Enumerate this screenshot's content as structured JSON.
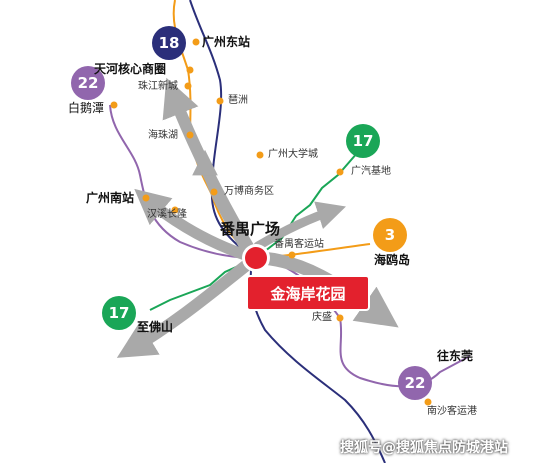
{
  "colors": {
    "arrow": "#a9a9a9",
    "line18": "#2b2f7a",
    "line22": "#9166ad",
    "line17": "#1aa657",
    "line3": "#f39c18",
    "station": "#f39c18",
    "center": "#e3212d",
    "promo_bg": "#e3212d"
  },
  "badges": {
    "line18": "18",
    "line22_north": "22",
    "line17_east": "17",
    "line3": "3",
    "line17_west": "17",
    "line22_south": "22"
  },
  "stations": {
    "guangzhou_east": "广州东站",
    "tianhe_cbd": "天河核心商圈",
    "zhujiang_new_town": "珠江新城",
    "pazhou": "琶洲",
    "baietan": "白鹅潭",
    "haizhu_lake": "海珠湖",
    "university_town": "广州大学城",
    "gac_base": "广汽基地",
    "wanbo": "万博商务区",
    "guangzhou_south": "广州南站",
    "hanxi": "汉溪长隆",
    "panyu_square": "番禺广场",
    "panyu_bus": "番禺客运站",
    "haiou_island": "海鸥岛",
    "foshan": "至佛山",
    "qingsheng": "庆盛",
    "dongguan": "往东莞",
    "nansha_bus": "南沙客运港"
  },
  "promo_label": "金海岸花园",
  "watermark": "搜狐号@搜狐焦点防城港站"
}
